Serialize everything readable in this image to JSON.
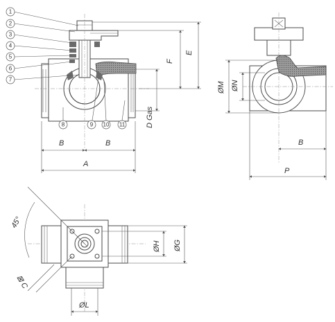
{
  "callouts": [
    "1",
    "2",
    "3",
    "4",
    "5",
    "6",
    "7",
    "8",
    "9",
    "10",
    "11"
  ],
  "dimensions": {
    "A": "A",
    "B_left": "B",
    "B_right": "B",
    "B_side": "B",
    "P": "P",
    "F": "F",
    "E": "E",
    "D_gas": "D Gas",
    "M": "ØM",
    "N": "ØN",
    "H": "ØH",
    "G": "ØG",
    "L": "ØL",
    "C": "⊠ C",
    "angle": "45°"
  }
}
